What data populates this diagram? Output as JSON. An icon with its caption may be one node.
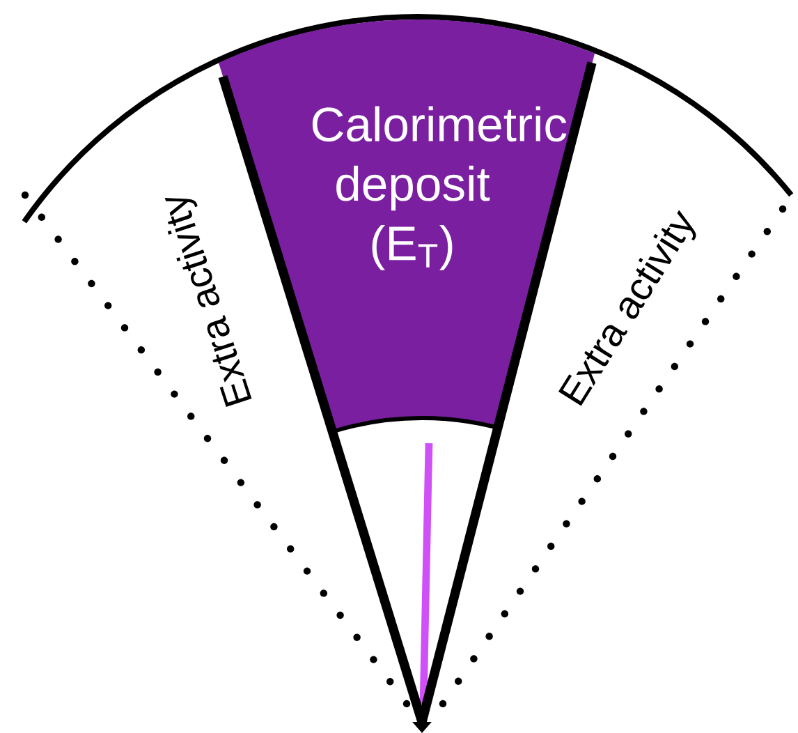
{
  "diagram": {
    "nodes": [
      {
        "text": [
          "Calorimetric deposit (E$_{T}$)"
        ]
      }
    ],
    "labels": [
      "Extra activity",
      "Extra activity"
    ]
  }
}
